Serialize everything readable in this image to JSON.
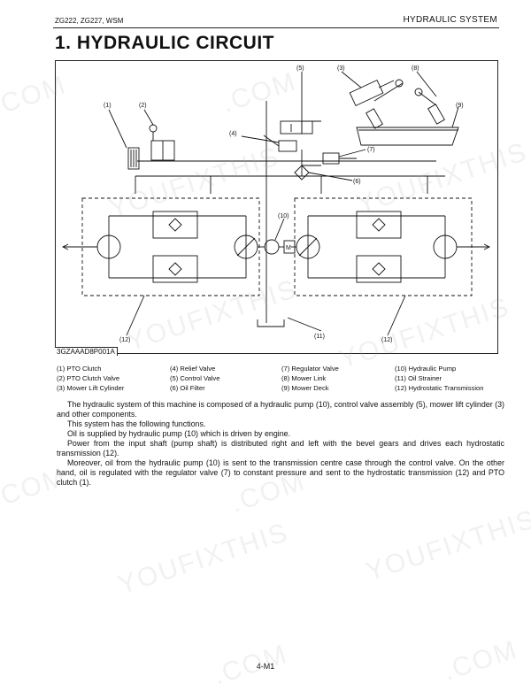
{
  "header": {
    "model_text": "ZG222, ZG227, WSM",
    "section": "HYDRAULIC SYSTEM"
  },
  "title": "1. HYDRAULIC CIRCUIT",
  "figure": {
    "id": "3GZAAAD8P001A",
    "callouts": [
      "(1)",
      "(2)",
      "(3)",
      "(4)",
      "(5)",
      "(6)",
      "(7)",
      "(8)",
      "(9)",
      "(10)",
      "(11)",
      "(12)",
      "(12)"
    ],
    "motor_label": "M"
  },
  "legend": [
    {
      "num": "(1)",
      "text": "PTO Clutch"
    },
    {
      "num": "(2)",
      "text": "PTO Clutch Valve"
    },
    {
      "num": "(3)",
      "text": "Mower Lift Cylinder"
    },
    {
      "num": "(4)",
      "text": "Relief Valve"
    },
    {
      "num": "(5)",
      "text": "Control Valve"
    },
    {
      "num": "(6)",
      "text": "Oil Filter"
    },
    {
      "num": "(7)",
      "text": "Regulator Valve"
    },
    {
      "num": "(8)",
      "text": "Mower Link"
    },
    {
      "num": "(9)",
      "text": "Mower Deck"
    },
    {
      "num": "(10)",
      "text": "Hydraulic Pump"
    },
    {
      "num": "(11)",
      "text": "Oil Strainer"
    },
    {
      "num": "(12)",
      "text": "Hydrostatic Transmission"
    }
  ],
  "body": {
    "p1": "The hydraulic system of this machine is composed of a hydraulic pump (10), control valve assembly (5), mower lift cylinder (3) and other components.",
    "p2": "This system has the following functions.",
    "p3": "Oil is supplied by hydraulic pump (10) which is driven by engine.",
    "p4": "Power from the input shaft (pump shaft) is distributed right and left with the bevel gears and drives each hydrostatic transmission (12).",
    "p5": "Moreover, oil from the hydraulic pump (10) is sent to the transmission centre case through the control valve.  On the other hand, oil is regulated with the regulator valve (7) to constant pressure and sent to the hydrostatic transmission (12) and PTO clutch (1)."
  },
  "footer": {
    "page": "4-M1"
  },
  "watermark": {
    "text1": "YOUFIXTHIS",
    "text2": ".COM"
  }
}
